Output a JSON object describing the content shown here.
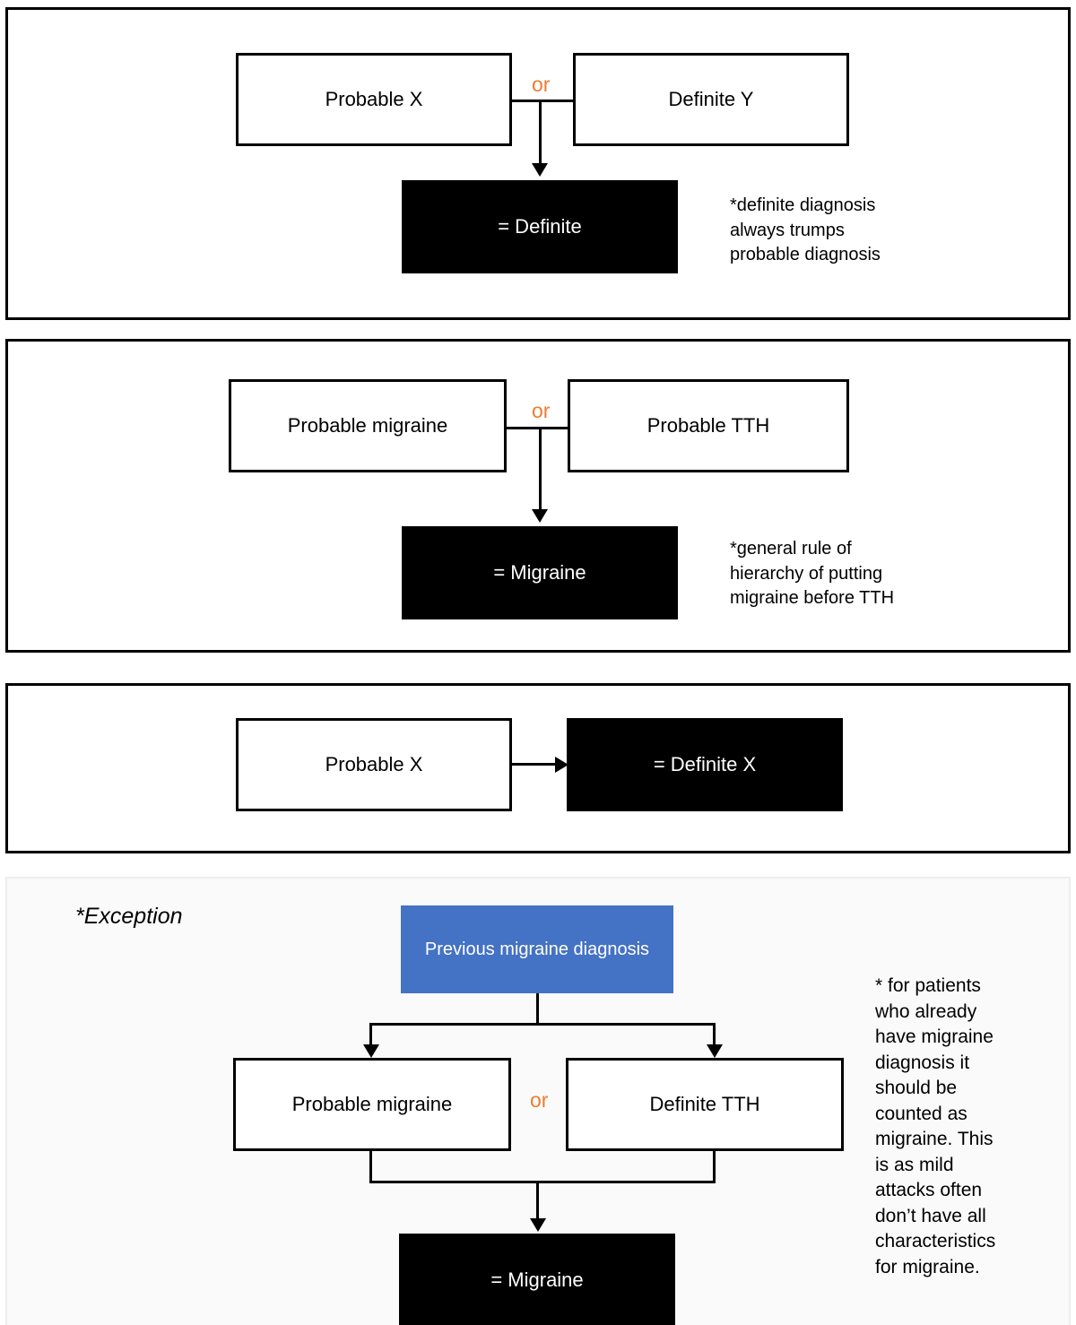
{
  "colors": {
    "or_orange": "#ED7D31",
    "node_blue": "#4472C4",
    "node_black": "#000000",
    "panel_border": "#000000",
    "exception_bg": "#fafafa"
  },
  "panels": [
    {
      "id": "panel-definite-trumps-probable",
      "nodes": {
        "left": "Probable X",
        "right": "Definite Y",
        "result": "= Definite"
      },
      "connector_label": "or",
      "note": "*definite diagnosis\nalways trumps\nprobable diagnosis"
    },
    {
      "id": "panel-migraine-hierarchy",
      "nodes": {
        "left": "Probable migraine",
        "right": "Probable TTH",
        "result": "= Migraine"
      },
      "connector_label": "or",
      "note": "*general rule of\nhierarchy of putting\nmigraine before TTH"
    },
    {
      "id": "panel-probable-to-definite",
      "nodes": {
        "left": "Probable X",
        "result": "= Definite X"
      }
    },
    {
      "id": "panel-exception",
      "label": "*Exception",
      "nodes": {
        "source": "Previous migraine\ndiagnosis",
        "left": "Probable migraine",
        "right": "Definite TTH",
        "result": "= Migraine"
      },
      "connector_label": "or",
      "note": "* for patients\nwho already\nhave migraine\ndiagnosis it\nshould be\ncounted as\nmigraine. This\nis as mild\nattacks often\ndon’t have all\ncharacteristics\nfor migraine."
    }
  ]
}
